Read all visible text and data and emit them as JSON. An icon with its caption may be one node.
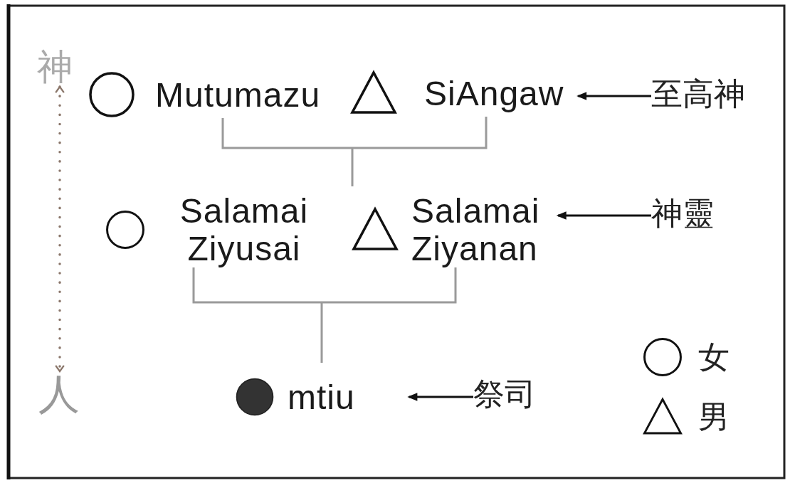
{
  "diagram": {
    "nodes": [
      {
        "text": [],
        "shape": "circle",
        "beside": [
          "Mutumazu"
        ]
      },
      {
        "text": [],
        "shape": "triangle",
        "beside": [
          "SiAngaw"
        ]
      },
      {
        "text": [],
        "shape": "circle",
        "beside": [
          "Salamai Ziyusai"
        ]
      },
      {
        "text": [],
        "shape": "triangle",
        "beside": [
          "Salamai Ziyanan"
        ]
      },
      {
        "text": [],
        "shape": "dot",
        "beside": [
          "mtiu"
        ]
      },
      {
        "text": [
          "至高神"
        ]
      },
      {
        "text": [
          "神靈"
        ]
      },
      {
        "text": [
          "祭司"
        ]
      },
      {
        "text": [
          "神"
        ]
      },
      {
        "text": [
          "人"
        ]
      }
    ],
    "edges": [
      {
        "from": 0,
        "to": 1,
        "arrow": "none",
        "color": "#9a9a9a"
      },
      {
        "from": 2,
        "to": 3,
        "arrow": "none",
        "color": "#9a9a9a"
      },
      {
        "from": 5,
        "to": 1,
        "arrow": "to"
      },
      {
        "from": 6,
        "to": 3,
        "arrow": "to"
      },
      {
        "from": 7,
        "to": 4,
        "arrow": "to"
      },
      {
        "from": 8,
        "to": 9,
        "arrow": "both",
        "style": "dashed",
        "color": "#8a766a"
      }
    ],
    "legend": [
      {
        "text": "女"
      },
      {
        "text": "男"
      }
    ]
  }
}
